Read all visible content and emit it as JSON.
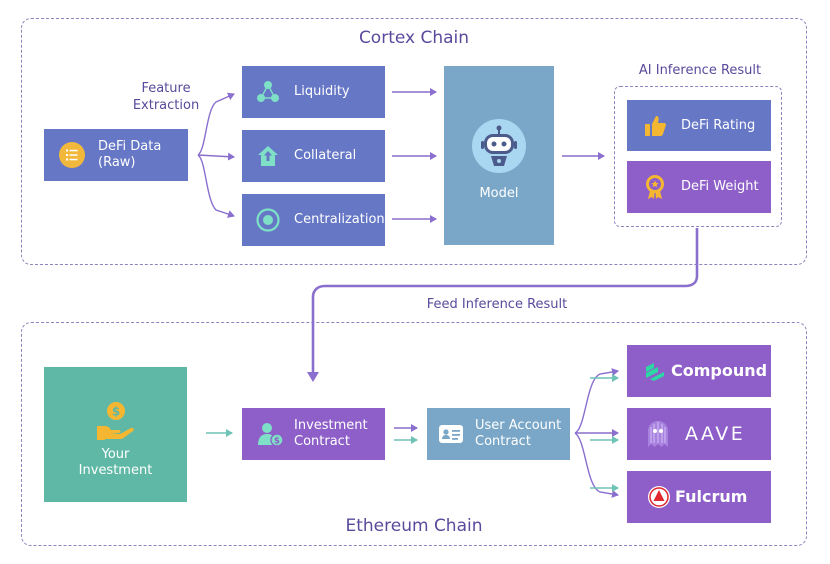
{
  "cortex": {
    "title": "Cortex Chain",
    "feature_extraction": [
      "Feature",
      "Extraction"
    ],
    "raw": {
      "line1": "DeFi Data",
      "line2": "(Raw)",
      "icon": "list-icon"
    },
    "features": [
      {
        "label": "Liquidity",
        "icon": "network-icon"
      },
      {
        "label": "Collateral",
        "icon": "house-icon"
      },
      {
        "label": "Centralization",
        "icon": "target-icon"
      }
    ],
    "model": {
      "label": "Model",
      "icon": "robot-icon"
    },
    "ai_result_title": "AI Inference Result",
    "results": [
      {
        "label": "DeFi Rating",
        "icon": "thumbs-up-icon"
      },
      {
        "label": "DeFi Weight",
        "icon": "medal-icon"
      }
    ]
  },
  "feed_label": "Feed Inference Result",
  "ethereum": {
    "title": "Ethereum Chain",
    "investment": {
      "line1": "Your",
      "line2": "Investment",
      "icon": "money-hand-icon"
    },
    "contract": {
      "line1": "Investment",
      "line2": "Contract",
      "icon": "user-dollar-icon"
    },
    "account": {
      "line1": "User Account",
      "line2": "Contract",
      "icon": "id-card-icon"
    },
    "protocols": [
      "Compound",
      "AAVE",
      "Fulcrum"
    ]
  },
  "colors": {
    "blue_box": "#6677c6",
    "purple_box": "#8e5fc8",
    "steel_box": "#7aa7c8",
    "teal_box": "#5fb8a6",
    "arrow_purple": "#8a6fce",
    "arrow_teal": "#6fc2b6",
    "border": "#8d84bf"
  }
}
